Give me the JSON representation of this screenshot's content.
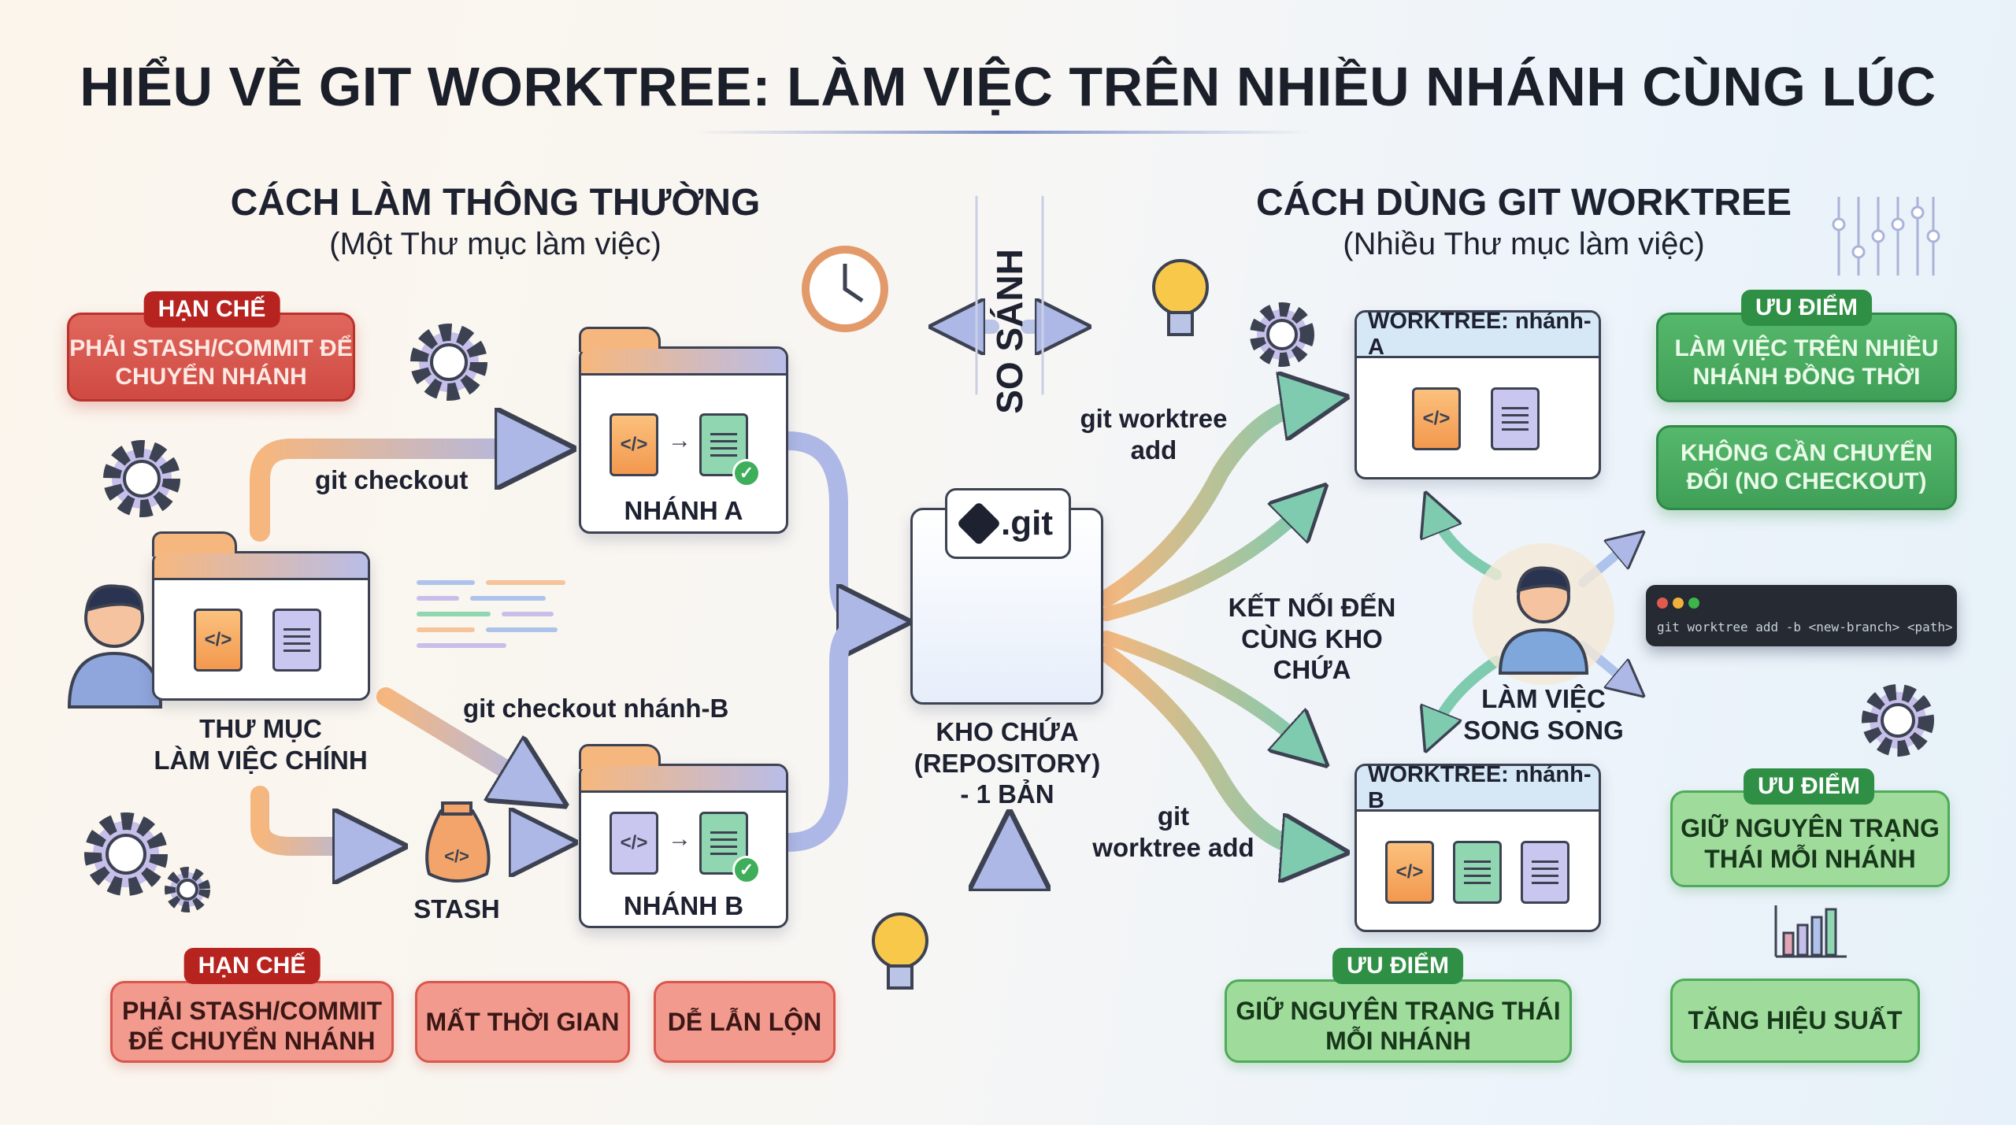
{
  "title": "HIỂU VỀ GIT WORKTREE: LÀM VIỆC TRÊN NHIỀU NHÁNH CÙNG LÚC",
  "left": {
    "heading": "CÁCH LÀM THÔNG THƯỜNG",
    "subheading": "(Một Thư mục làm việc)",
    "limit_tag": "HẠN CHẾ",
    "limit_top": "PHẢI STASH/COMMIT ĐỂ CHUYỂN NHÁNH",
    "main_folder": "THƯ MỤC\nLÀM VIỆC CHÍNH",
    "branch_a": "NHÁNH A",
    "branch_b": "NHÁNH B",
    "git_checkout": "git checkout",
    "git_checkout_b": "git checkout nhánh-B",
    "stash": "STASH",
    "bottom_tag": "HẠN CHẾ",
    "bottom_limits": [
      "PHẢI STASH/COMMIT ĐỂ CHUYỂN NHÁNH",
      "MẤT THỜI GIAN",
      "DỄ LẪN LỘN"
    ]
  },
  "center": {
    "compare": "SO SÁNH",
    "git_label": ".git",
    "repo": "KHO CHỨA\n(REPOSITORY)\n- 1 BẢN"
  },
  "right": {
    "heading": "CÁCH DÙNG GIT WORKTREE",
    "subheading": "(Nhiều Thư mục làm việc)",
    "worktree_a": "WORKTREE: nhánh-A",
    "worktree_b": "WORKTREE: nhánh-B",
    "add_top": "git worktree\nadd",
    "add_bottom": "git\nworktree add",
    "connect": "KẾT NỐI ĐẾN\nCÙNG KHO CHỨA",
    "parallel": "LÀM VIỆC\nSONG SONG",
    "adv_tag": "ƯU ĐIỂM",
    "adv1": "LÀM VIỆC TRÊN NHIỀU NHÁNH ĐỒNG THỜI",
    "adv2": "KHÔNG CẦN CHUYỂN ĐỔI (NO CHECKOUT)",
    "terminal_cmd": "git worktree add -b <new-branch> <path>",
    "adv3": "GIỮ NGUYÊN TRẠNG THÁI MỖI NHÁNH",
    "adv4": "TĂNG HIỆU SUẤT",
    "adv_bottom": "GIỮ NGUYÊN TRẠNG THÁI MỖI NHÁNH"
  },
  "colors": {
    "limit": "#cf4a42",
    "advantage": "#3f9f57",
    "accent": "#7b8fc8"
  }
}
